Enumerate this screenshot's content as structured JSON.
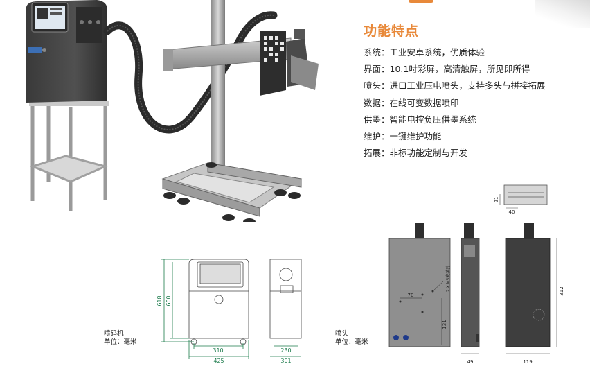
{
  "features_title": "功能特点",
  "features": [
    {
      "key": "系统",
      "value": "工业安卓系统，优质体验"
    },
    {
      "key": "界面",
      "value": "10.1吋彩屏，高清触屏，所见即所得"
    },
    {
      "key": "喷头",
      "value": "进口工业压电喷头，支持多头与拼接拓展"
    },
    {
      "key": "数据",
      "value": "在线可变数据喷印"
    },
    {
      "key": "供墨",
      "value": "智能电控负压供墨系统"
    },
    {
      "key": "维护",
      "value": "一键维护功能"
    },
    {
      "key": "拓展",
      "value": "非标功能定制与开发"
    }
  ],
  "printer_drawing": {
    "name": "喷码机",
    "unit": "单位：毫米",
    "dims": {
      "height_outer": "618",
      "height_inner": "600",
      "base_width": "310",
      "total_width": "425",
      "side_base": "230",
      "side_total": "301"
    }
  },
  "head_drawing": {
    "name": "喷头",
    "unit": "单位：毫米",
    "dims": {
      "top_height": "21",
      "top_width": "40",
      "length": "312",
      "thickness": "49",
      "width": "119",
      "hole_spacing": "70",
      "hole_offset": "131",
      "mount": "2 X M5安装孔"
    }
  }
}
